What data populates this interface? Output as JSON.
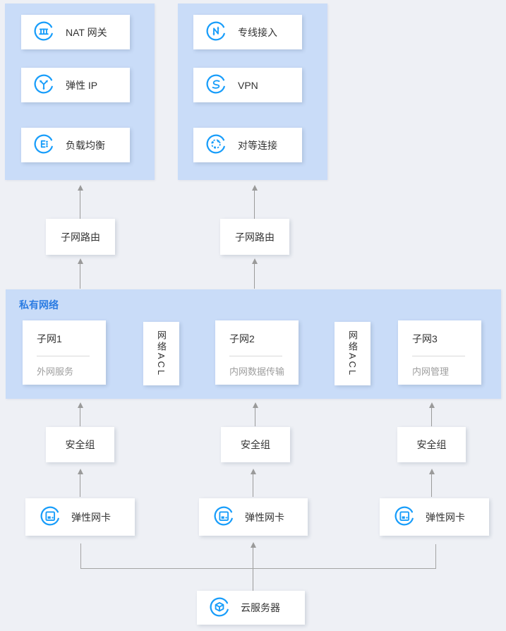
{
  "colors": {
    "page_bg": "#eef0f5",
    "container_blue": "#c9dcf8",
    "accent_blue": "#189dfa",
    "vpc_title_blue": "#2b7ce2",
    "text_dark": "#333333",
    "text_gray": "#9e9e9e",
    "line_gray": "#9a9a9a"
  },
  "left_group": {
    "items": [
      {
        "icon": "nat-gateway-icon",
        "label": "NAT 网关"
      },
      {
        "icon": "elastic-ip-icon",
        "label": "弹性 IP"
      },
      {
        "icon": "load-balancer-icon",
        "label": "负载均衡"
      }
    ]
  },
  "right_group": {
    "items": [
      {
        "icon": "direct-connect-icon",
        "label": "专线接入"
      },
      {
        "icon": "vpn-icon",
        "label": "VPN"
      },
      {
        "icon": "peering-icon",
        "label": "对等连接"
      }
    ]
  },
  "subnet_routes": [
    {
      "label": "子网路由"
    },
    {
      "label": "子网路由"
    }
  ],
  "vpc": {
    "title": "私有网络",
    "acls": [
      {
        "label": "网络ACL"
      },
      {
        "label": "网络ACL"
      }
    ],
    "subnets": [
      {
        "name": "子网1",
        "desc": "外网服务"
      },
      {
        "name": "子网2",
        "desc": "内网数据传输"
      },
      {
        "name": "子网3",
        "desc": "内网管理"
      }
    ]
  },
  "security_groups": [
    {
      "label": "安全组"
    },
    {
      "label": "安全组"
    },
    {
      "label": "安全组"
    }
  ],
  "enis": [
    {
      "icon": "eni-icon",
      "label": "弹性网卡"
    },
    {
      "icon": "eni-icon",
      "label": "弹性网卡"
    },
    {
      "icon": "eni-icon",
      "label": "弹性网卡"
    }
  ],
  "cvm": {
    "icon": "cvm-icon",
    "label": "云服务器"
  }
}
